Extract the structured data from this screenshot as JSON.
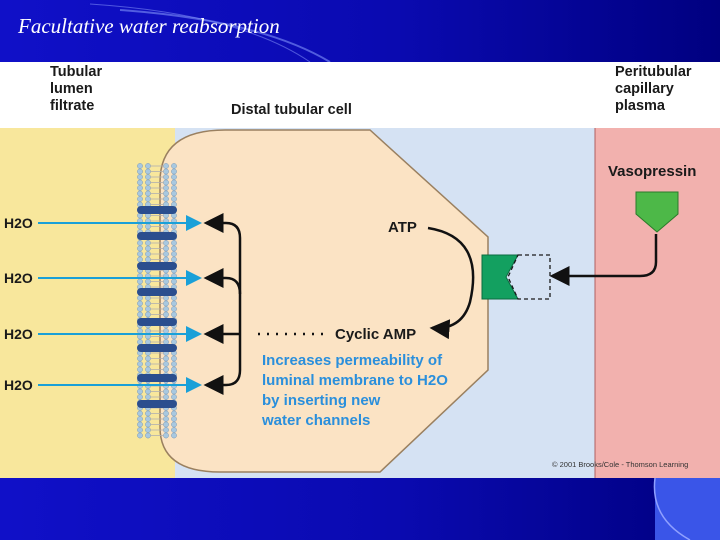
{
  "slide": {
    "title": "Facultative water reabsorption"
  },
  "diagram": {
    "regions": {
      "lumen_label": "Tubular\nlumen\nfiltrate",
      "cell_label": "Distal tubular cell",
      "plasma_label": "Peritubular\ncapillary\nplasma"
    },
    "vasopressin_label": "Vasopressin",
    "atp_label": "ATP",
    "camp_label": "Cyclic AMP",
    "water_labels": [
      "H2O",
      "H2O",
      "H2O",
      "H2O"
    ],
    "effect_text": "Increases permeability of\nluminal membrane to H2O\nby inserting new\nwater channels",
    "copyright": "© 2001 Brooks/Cole - Thomson Learning",
    "colors": {
      "lumen": "#f8e79c",
      "cell": "#fbe3c4",
      "interstitial": "#d5e2f3",
      "plasma": "#f2b1ae",
      "arrow_blue": "#1aa0d8",
      "receptor": "#13a060",
      "hormone": "#4db848",
      "channel": "#2b4e8e"
    }
  }
}
